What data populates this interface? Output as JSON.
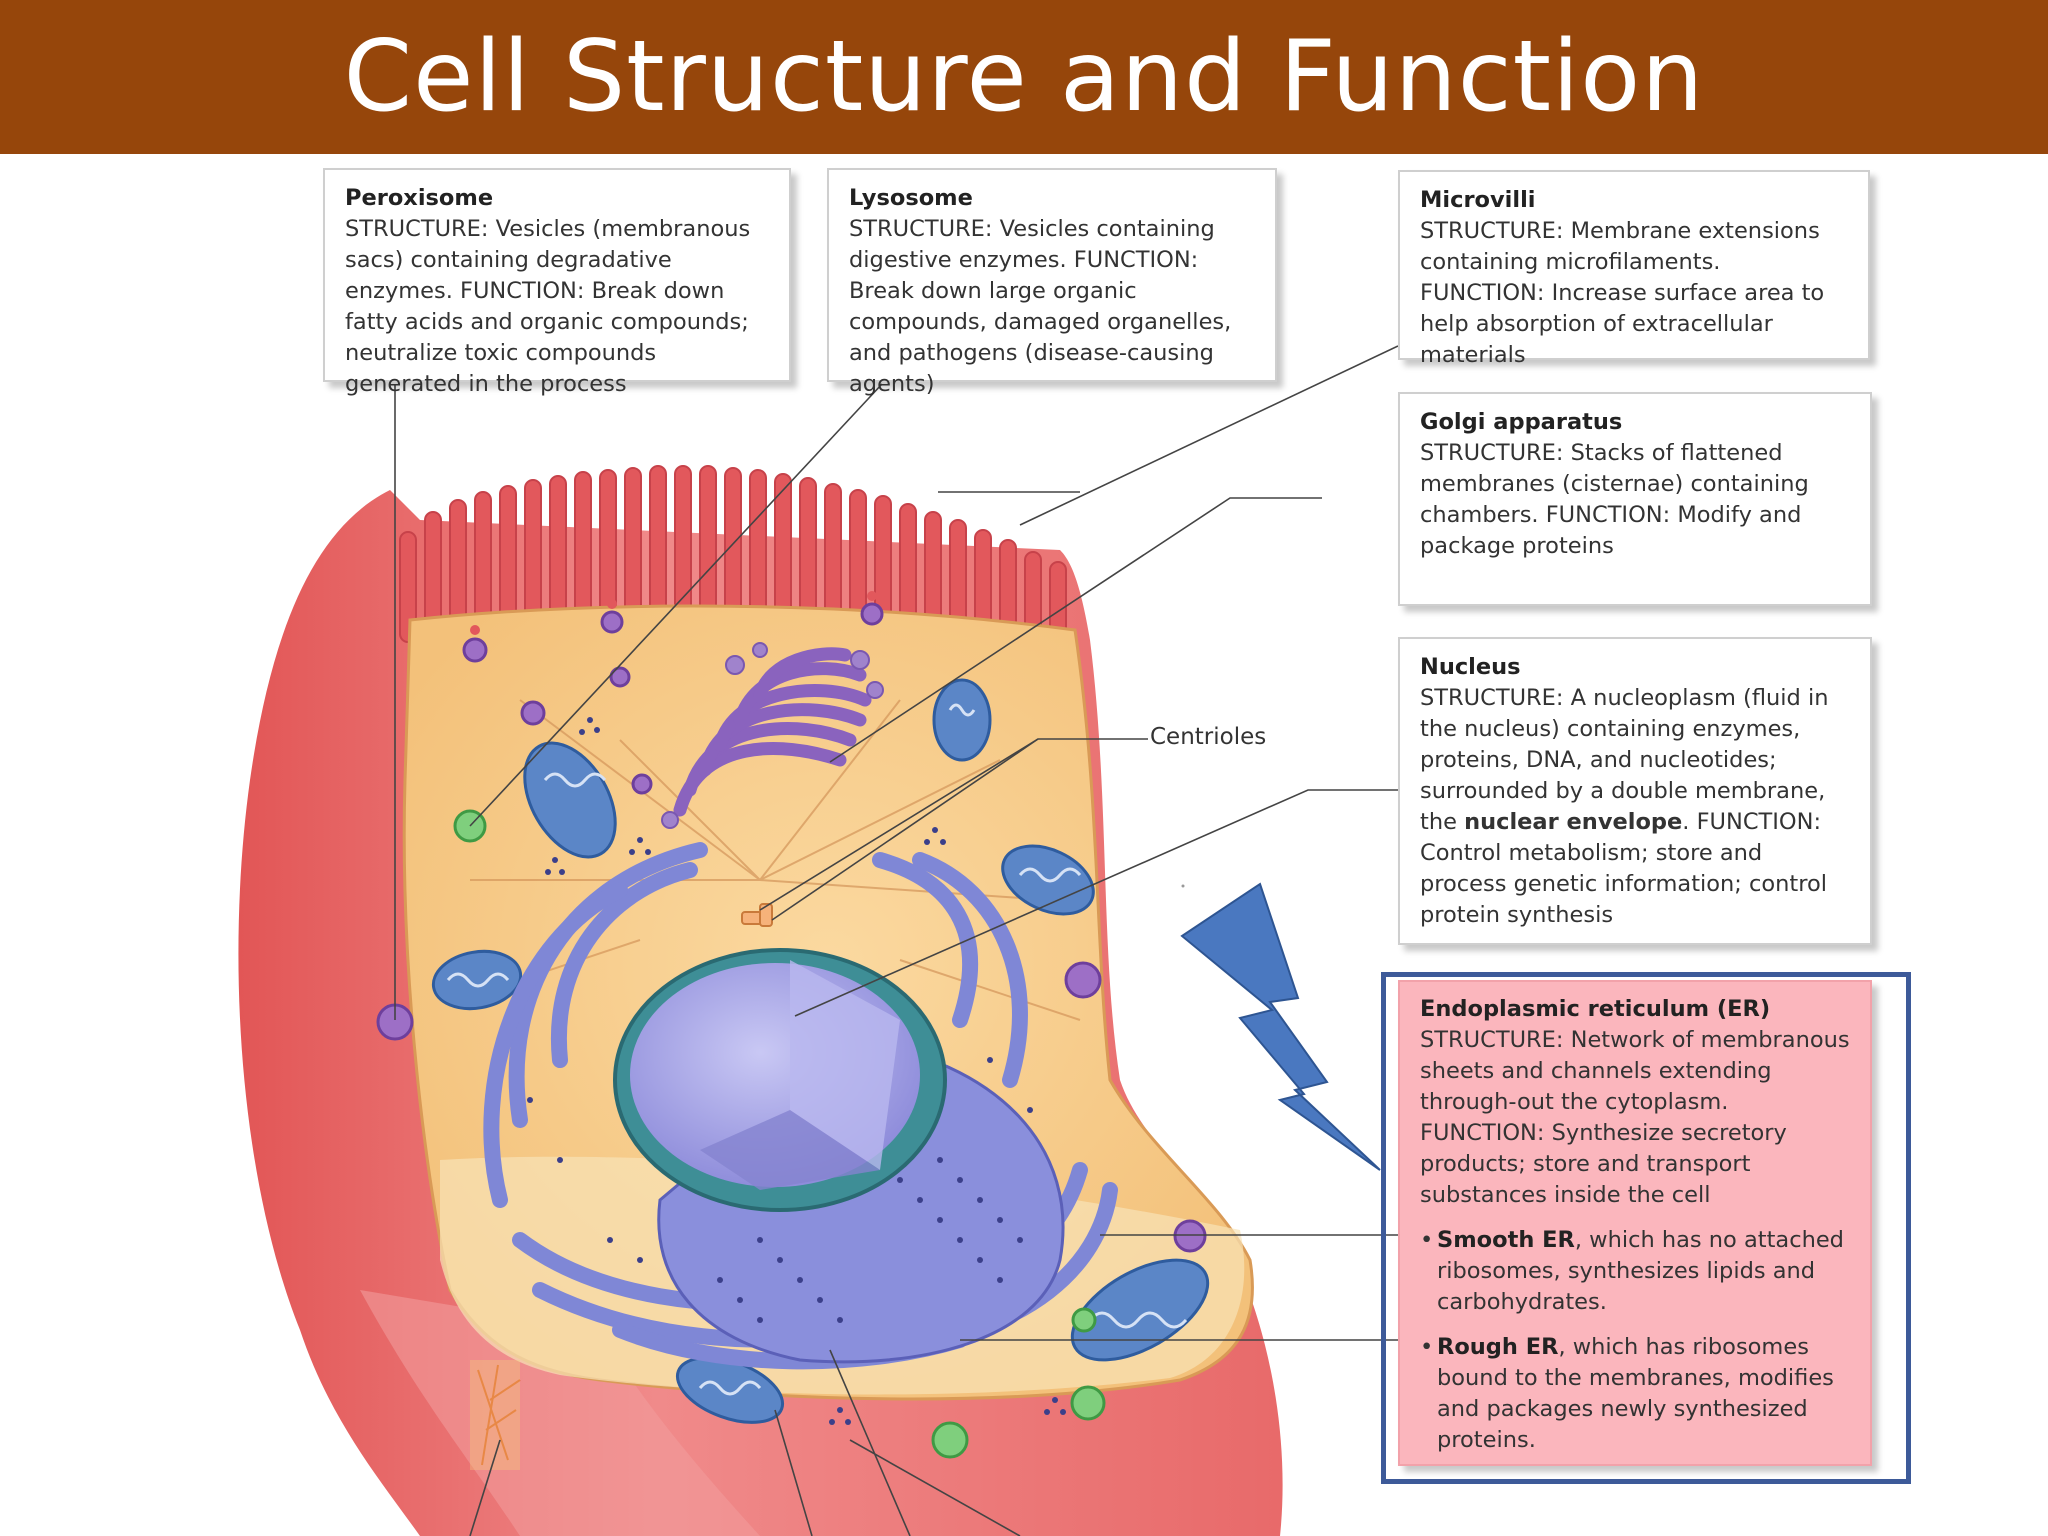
{
  "title": "Cell Structure and Function",
  "boxes": {
    "peroxisome": {
      "name": "Peroxisome",
      "text": "STRUCTURE: Vesicles (membranous sacs) containing degradative enzymes. FUNCTION: Break down fatty acids and organic compounds; neutralize toxic compounds generated in the process"
    },
    "lysosome": {
      "name": "Lysosome",
      "text": "STRUCTURE: Vesicles containing digestive enzymes. FUNCTION: Break down large organic compounds, damaged organelles, and pathogens (disease-causing agents)"
    },
    "microvilli": {
      "name": "Microvilli",
      "text": "STRUCTURE: Membrane extensions containing microfilaments. FUNCTION: Increase surface area to help absorption of extracellular materials"
    },
    "golgi": {
      "name": "Golgi apparatus",
      "text": "STRUCTURE: Stacks of flattened membranes (cisternae) containing chambers. FUNCTION: Modify and package proteins"
    },
    "nucleus": {
      "name": "Nucleus",
      "text_before": "STRUCTURE: A nucleoplasm (fluid in the nucleus) containing enzymes, proteins, DNA, and nucleotides; surrounded by a double membrane, the ",
      "text_bold": "nuclear envelope",
      "text_after": ". FUNCTION: Control metabolism; store and process genetic information; control protein synthesis"
    },
    "er": {
      "name": "Endoplasmic reticulum (ER)",
      "text": "STRUCTURE: Network of membranous sheets and channels extending through-out the cytoplasm. FUNCTION: Synthesize  secretory products; store and transport substances inside the cell",
      "bullet_char": "•",
      "smooth_bold": "Smooth ER",
      "smooth_text": ", which has no attached ribosomes, synthesizes lipids and carbohydrates.",
      "rough_bold": "Rough ER",
      "rough_text": ", which has ribosomes bound to the membranes, modifies and packages newly synthesized proteins."
    }
  },
  "labels": {
    "centrioles": "Centrioles"
  },
  "colors": {
    "title_bar": "#96460b",
    "er_box_fill": "#fbb6bd",
    "er_box_border": "#3d5a99",
    "arrow_fill": "#4a78c0",
    "cytoplasm": "#f7cf8d",
    "cell_membrane": "#e96c6c",
    "er_membrane": "#7f87d6",
    "nucleus": "#a7a6e8",
    "golgi": "#9a76c8"
  },
  "icons": {
    "callout_arrow": "lightning-arrow-icon"
  }
}
